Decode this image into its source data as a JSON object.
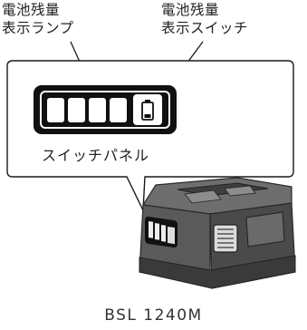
{
  "labels": {
    "lamp_line1": "電池残量",
    "lamp_line2": "表示ランプ",
    "switch_line1": "電池残量",
    "switch_line2": "表示スイッチ"
  },
  "panel": {
    "caption": "スイッチパネル",
    "lamp_count": 4
  },
  "model": "BSL 1240M",
  "icons": [
    "battery-icon"
  ],
  "colors": {
    "line": "#1a1a1a",
    "body_dark": "#5a5a5a",
    "body_light": "#9a9a9a",
    "panel_fill": "#ffffff"
  }
}
